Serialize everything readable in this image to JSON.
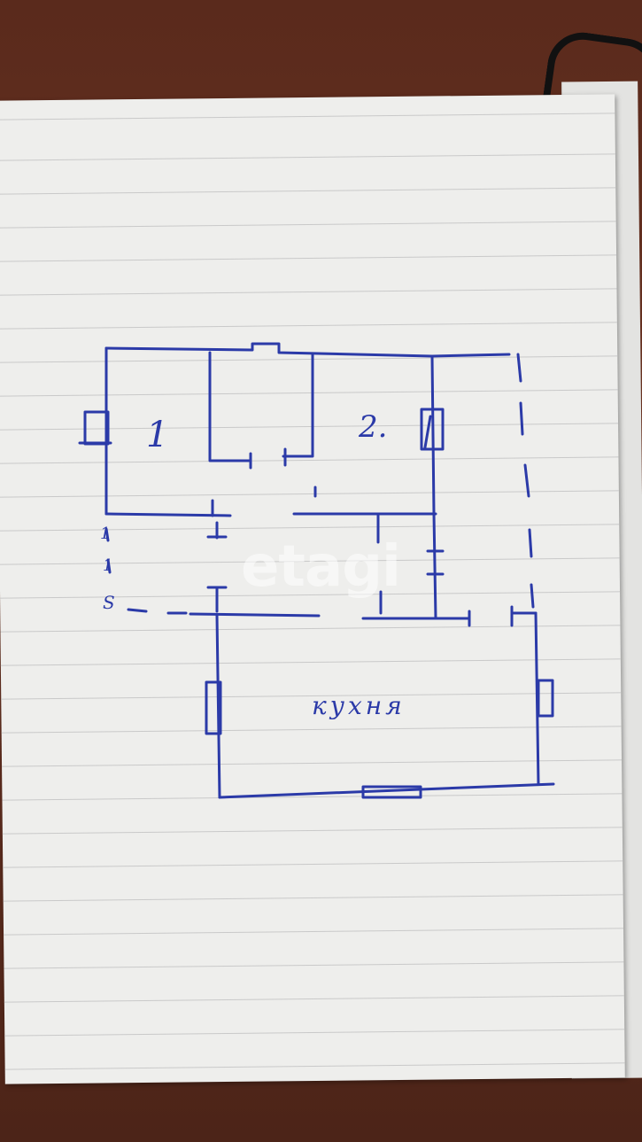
{
  "watermark": {
    "text": "etagi"
  },
  "plan": {
    "rooms": [
      {
        "id": "room-1",
        "label": "1"
      },
      {
        "id": "room-2",
        "label": "2."
      },
      {
        "id": "kitchen",
        "label": "кухня"
      }
    ],
    "side_marks": [
      "1",
      "1",
      "S"
    ]
  },
  "colors": {
    "ink": "#2b3aa8",
    "paper": "#eeeeec",
    "table": "#5a2a1c"
  }
}
